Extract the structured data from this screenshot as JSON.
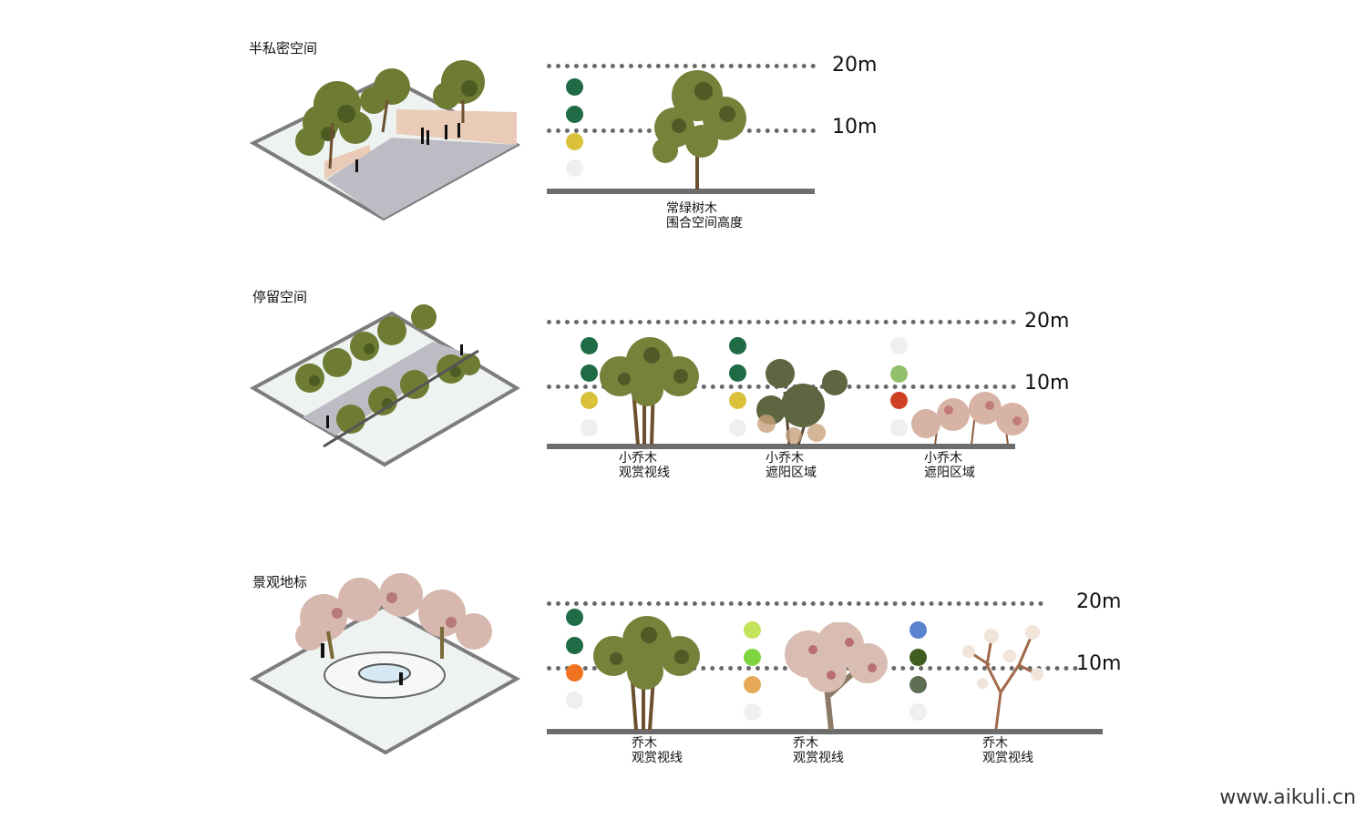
{
  "sections": [
    {
      "title": "半私密空间",
      "height_labels": [
        "20m",
        "10m"
      ],
      "groups": [
        {
          "dots": [
            "#1e6b45",
            "#1e6b45",
            "#d9c23a",
            "#efefef"
          ],
          "caption": [
            "常绿树木",
            "围合空间高度"
          ]
        }
      ]
    },
    {
      "title": "停留空间",
      "height_labels": [
        "20m",
        "10m"
      ],
      "groups": [
        {
          "dots": [
            "#1e6b45",
            "#1e6b45",
            "#d9c23a",
            "#efefef"
          ],
          "caption": [
            "小乔木",
            "观赏视线"
          ]
        },
        {
          "dots": [
            "#1e6b45",
            "#1e6b45",
            "#d9c23a",
            "#efefef"
          ],
          "caption": [
            "小乔木",
            "遮阳区域"
          ]
        },
        {
          "dots": [
            "#efefef",
            "#92c06a",
            "#cf4124",
            "#efefef"
          ],
          "caption": [
            "小乔木",
            "遮阳区域"
          ]
        }
      ]
    },
    {
      "title": "景观地标",
      "height_labels": [
        "20m",
        "10m"
      ],
      "groups": [
        {
          "dots": [
            "#1e6b45",
            "#1e6b45",
            "#f0741f",
            "#efefef"
          ],
          "caption": [
            "乔木",
            "观赏视线"
          ]
        },
        {
          "dots": [
            "#c2e35a",
            "#7ed43e",
            "#e6a957",
            "#efefef"
          ],
          "caption": [
            "乔木",
            "观赏视线"
          ]
        },
        {
          "dots": [
            "#5b82cf",
            "#3f5e1f",
            "#5e6e53",
            "#efefef"
          ],
          "caption": [
            "乔木",
            "观赏视线"
          ]
        }
      ]
    }
  ],
  "watermark": "www.aikuli.cn"
}
